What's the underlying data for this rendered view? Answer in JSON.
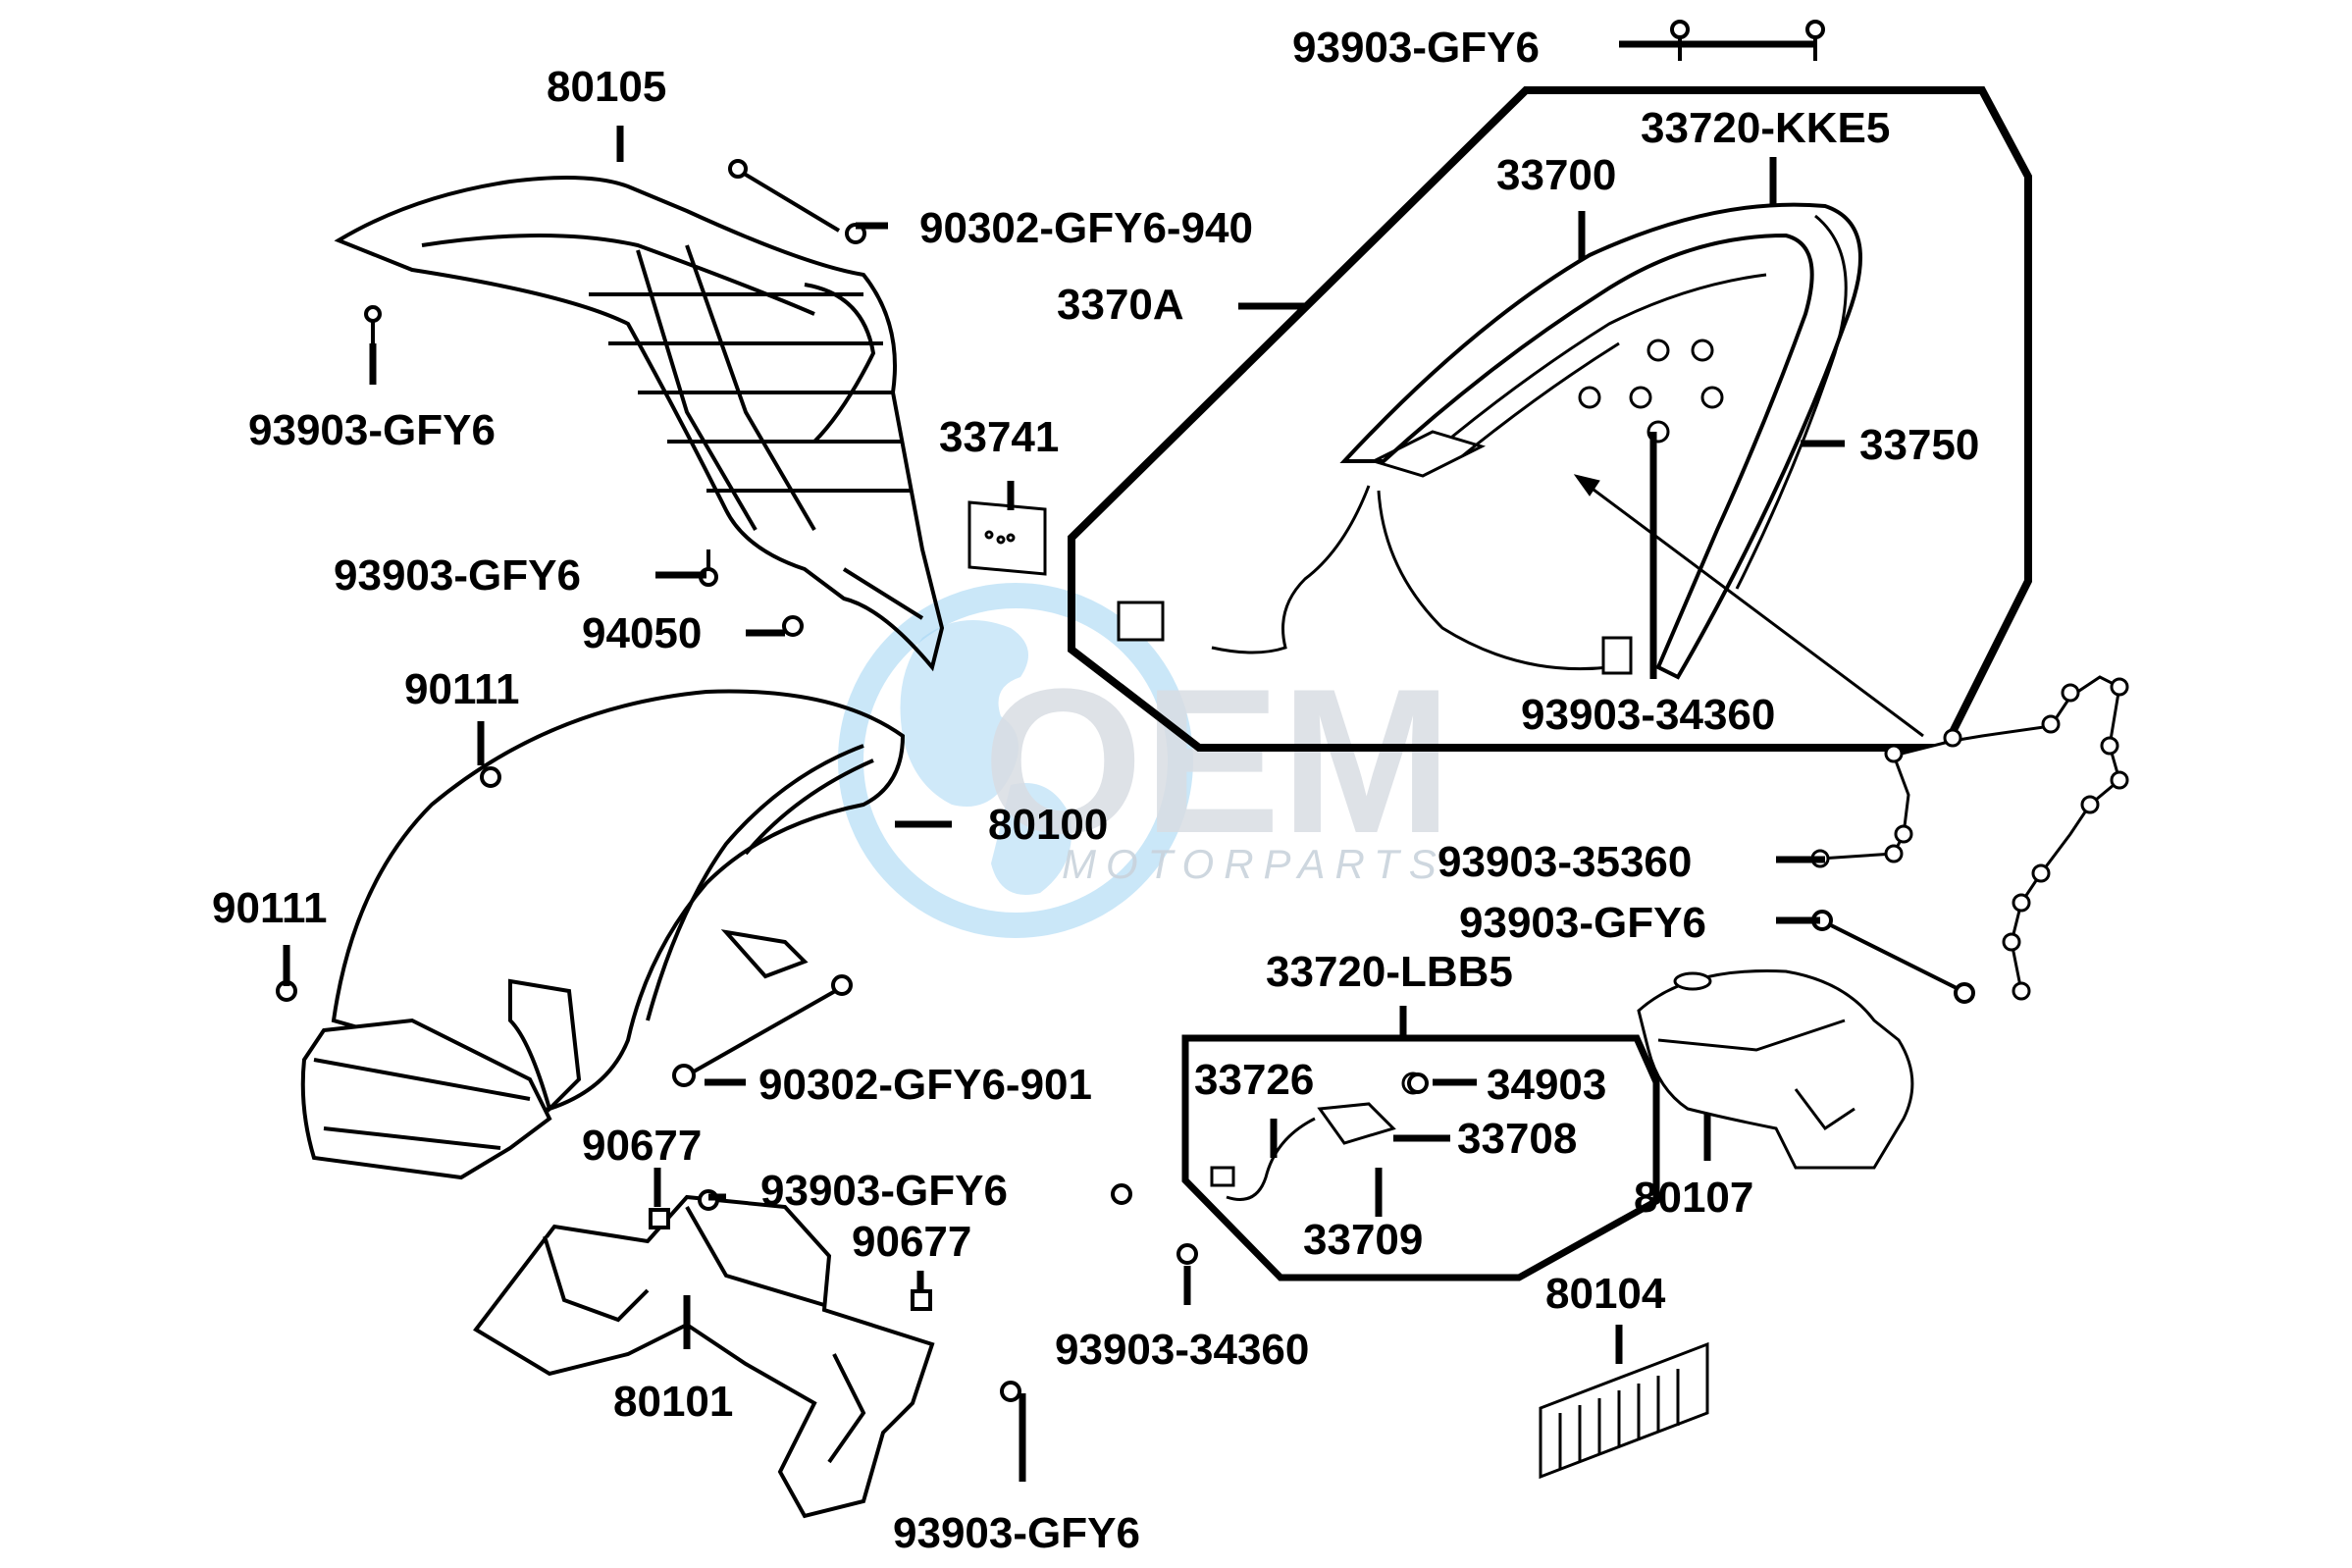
{
  "watermark": {
    "brand": "OEM",
    "tagline": "MOTORPARTS",
    "colors": {
      "globe": "#7fc3ee",
      "text": "#d9dde3"
    }
  },
  "part_labels": {
    "p93903_gfy6_top": "93903-GFY6",
    "p80105": "80105",
    "p33720_kke5": "33720-KKE5",
    "p33700": "33700",
    "p90302_gfy6_940": "90302-GFY6-940",
    "p3370a": "3370A",
    "p93903_gfy6_left": "93903-GFY6",
    "p33741": "33741",
    "p33750": "33750",
    "p93903_gfy6_mid": "93903-GFY6",
    "p94050": "94050",
    "p90111_upper": "90111",
    "p93903_34360_upper": "93903-34360",
    "p80100": "80100",
    "p93903_35360": "93903-35360",
    "p90111_lower": "90111",
    "p93903_gfy6_right": "93903-GFY6",
    "p33720_lbb5": "33720-LBB5",
    "p33726": "33726",
    "p34903": "34903",
    "p90302_gfy6_901": "90302-GFY6-901",
    "p33708": "33708",
    "p90677_left": "90677",
    "p93903_gfy6_low": "93903-GFY6",
    "p80107": "80107",
    "p33709": "33709",
    "p90677_right": "90677",
    "p80104": "80104",
    "p93903_34360_lower": "93903-34360",
    "p80101": "80101",
    "p93903_gfy6_bottom": "93903-GFY6"
  }
}
